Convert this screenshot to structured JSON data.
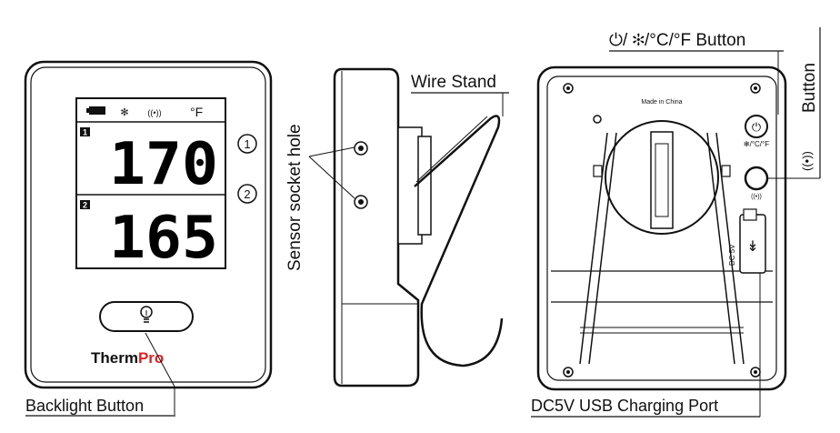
{
  "labels": {
    "power_button": "⏻/ ✻/°C/°F Button",
    "wire_stand": "Wire Stand",
    "sensor_socket_hole": "Sensor socket hole",
    "alarm_button": "Button",
    "backlight_button": "Backlight Button",
    "usb_port": "DC5V USB Charging Port"
  },
  "display": {
    "unit": "°F",
    "probe1_value": "170",
    "probe2_value": "165",
    "probe1_tag": "1",
    "probe2_tag": "2",
    "callout1": "1",
    "callout2": "2"
  },
  "brand": {
    "part1": "Therm",
    "part2": "Pro"
  },
  "back": {
    "made_in": "Made in China",
    "button_caption": "✻/°C/°F",
    "usb_text": "DC 5V"
  },
  "colors": {
    "brand_red": "#dd2222",
    "line": "#111111"
  }
}
